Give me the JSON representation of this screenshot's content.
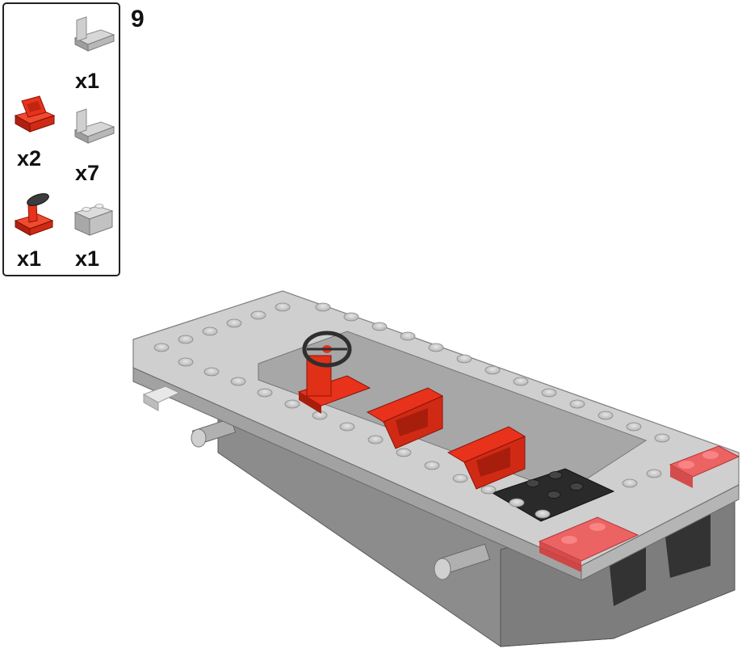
{
  "step": {
    "number": "9"
  },
  "parts": [
    {
      "id": "light-gray-panel-a",
      "quantity": "x1",
      "color": "#c8c8c8",
      "icon": "light-gray-panel-icon"
    },
    {
      "id": "red-slope-seat",
      "quantity": "x2",
      "color": "#e8321c",
      "icon": "red-seat-icon"
    },
    {
      "id": "light-gray-panel-b",
      "quantity": "x7",
      "color": "#c8c8c8",
      "icon": "light-gray-panel-icon"
    },
    {
      "id": "red-steering-wheel",
      "quantity": "x1",
      "color": "#e8321c",
      "icon": "red-steering-wheel-icon"
    },
    {
      "id": "light-gray-brick",
      "quantity": "x1",
      "color": "#c8c8c8",
      "icon": "light-gray-brick-icon"
    }
  ],
  "colors": {
    "light_gray": "#c9c9c9",
    "mid_gray": "#9a9a9a",
    "dark_gray": "#5e5e5e",
    "red": "#e8321c",
    "trans_red": "#f05a5a",
    "black": "#2a2a2a"
  }
}
